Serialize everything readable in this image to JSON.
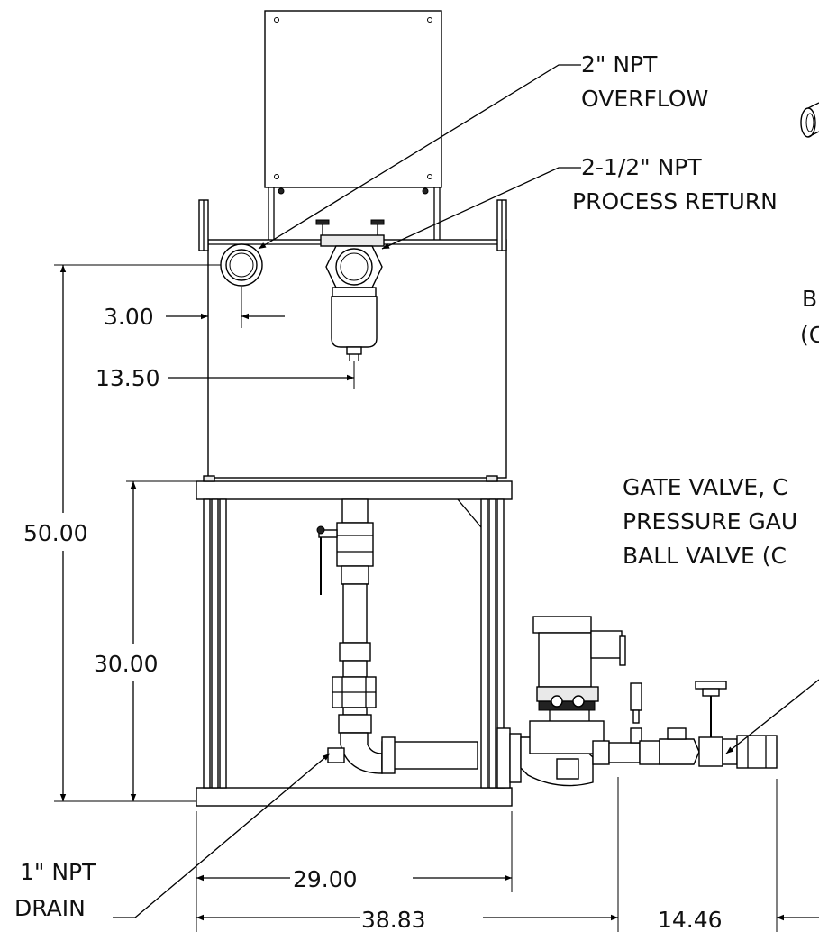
{
  "drawing": {
    "callouts": {
      "overflow": [
        "2\" NPT",
        "OVERFLOW"
      ],
      "process_return": [
        "2-1/2\" NPT",
        "PROCESS RETURN"
      ],
      "drain": [
        "1\" NPT",
        "DRAIN"
      ],
      "ball_valve_partial": [
        "B",
        "(C"
      ],
      "valves_partial": [
        "GATE VALVE, C",
        "PRESSURE GAU",
        "BALL VALVE (C"
      ]
    },
    "dimensions": {
      "overflow_offset": "3.00",
      "return_offset": "13.50",
      "overall_height": "50.00",
      "stand_height": "30.00",
      "frame_width": "29.00",
      "overall_width": "38.83",
      "piping_width": "14.46"
    }
  }
}
